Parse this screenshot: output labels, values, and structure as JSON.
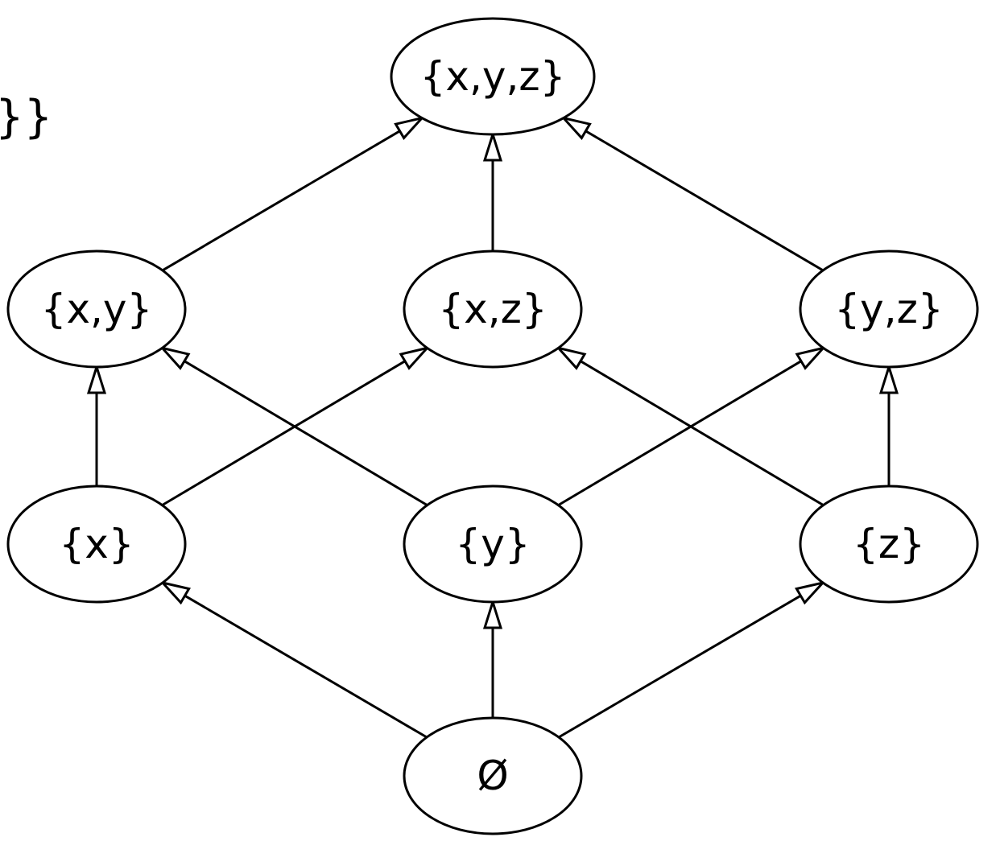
{
  "fragment": {
    "text": "}}"
  },
  "nodes": [
    {
      "id": "xyz",
      "label": "{x,y,z}"
    },
    {
      "id": "xy",
      "label": "{x,y}"
    },
    {
      "id": "xz",
      "label": "{x,z}"
    },
    {
      "id": "yz",
      "label": "{y,z}"
    },
    {
      "id": "x",
      "label": "{x}"
    },
    {
      "id": "y",
      "label": "{y}"
    },
    {
      "id": "z",
      "label": "{z}"
    },
    {
      "id": "empty",
      "label": "Ø"
    }
  ],
  "edges": [
    {
      "from": "xy",
      "to": "xyz"
    },
    {
      "from": "xz",
      "to": "xyz"
    },
    {
      "from": "yz",
      "to": "xyz"
    },
    {
      "from": "x",
      "to": "xy"
    },
    {
      "from": "x",
      "to": "xz"
    },
    {
      "from": "y",
      "to": "xy"
    },
    {
      "from": "y",
      "to": "yz"
    },
    {
      "from": "z",
      "to": "xz"
    },
    {
      "from": "z",
      "to": "yz"
    },
    {
      "from": "empty",
      "to": "x"
    },
    {
      "from": "empty",
      "to": "y"
    },
    {
      "from": "empty",
      "to": "z"
    }
  ]
}
